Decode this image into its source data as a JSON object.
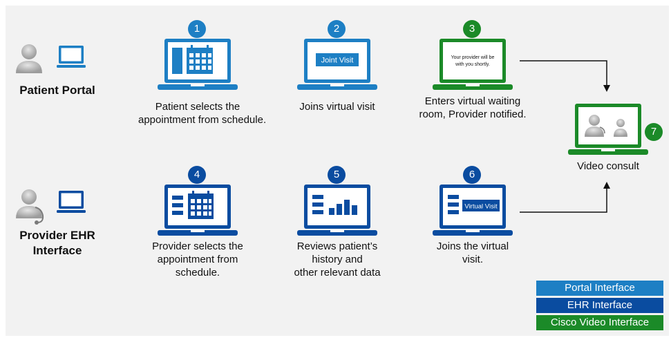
{
  "colors": {
    "portal": "#1d7fc4",
    "ehr": "#0a4ca0",
    "video": "#1b8a28",
    "panel": "#f2f2f2"
  },
  "rows": {
    "patient_label": "Patient Portal",
    "provider_label_line1": "Provider EHR",
    "provider_label_line2": "Interface"
  },
  "steps": [
    {
      "num": "1",
      "line1": "Patient selects the",
      "line2": "appointment from schedule.",
      "icon": "calendar-screen-icon"
    },
    {
      "num": "2",
      "line1": "Joins virtual visit",
      "screen_button": "Joint Visit",
      "icon": "join-button-screen-icon"
    },
    {
      "num": "3",
      "line1": "Enters virtual waiting",
      "line2": "room, Provider notified.",
      "screen_text1": "Your provider will be",
      "screen_text2": "with you shortly.",
      "icon": "waiting-room-screen-icon"
    },
    {
      "num": "4",
      "line1": "Provider selects the",
      "line2": "appointment from",
      "line3": "schedule.",
      "icon": "ehr-calendar-screen-icon"
    },
    {
      "num": "5",
      "line1": "Reviews patient’s",
      "line2": "history and",
      "line3": "other relevant data",
      "icon": "bar-chart-screen-icon"
    },
    {
      "num": "6",
      "line1": "Joins the virtual",
      "line2": "visit.",
      "screen_button": "Virtual Visit",
      "icon": "virtual-visit-screen-icon"
    },
    {
      "num": "7",
      "line1": "Video consult",
      "icon": "video-consult-screen-icon"
    }
  ],
  "legend": [
    {
      "label": "Portal Interface",
      "color": "#1d7fc4"
    },
    {
      "label": "EHR Interface",
      "color": "#0a4ca0"
    },
    {
      "label": "Cisco Video Interface",
      "color": "#1b8a28"
    }
  ]
}
